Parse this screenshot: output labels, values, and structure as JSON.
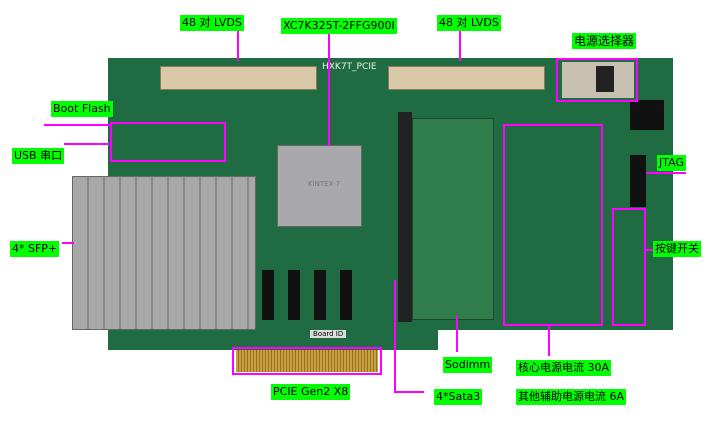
{
  "labels": {
    "lvds_left": "48 对 LVDS",
    "fpga": "XC7K325T-2FFG900I",
    "lvds_right": "48 对 LVDS",
    "power_selector": "电源选择器",
    "boot_flash": "Boot Flash",
    "usb_serial": "USB 串口",
    "jtag": "JTAG",
    "buttons": "按键开关",
    "sfp": "4* SFP+",
    "sodimm": "Sodimm",
    "core_power": "核心电源电流 30A",
    "aux_power": "其他辅助电源电流 6A",
    "pcie": "PCIE Gen2 X8",
    "sata": "4*Sata3"
  },
  "board": {
    "silkscreen_title": "HXK7T_PCIE",
    "board_id": "Board ID",
    "fpga_marking": "KINTEX-7"
  },
  "colors": {
    "label_bg": "#00ff00",
    "callout": "#ff00ff",
    "pcb": "#1f6b42"
  }
}
